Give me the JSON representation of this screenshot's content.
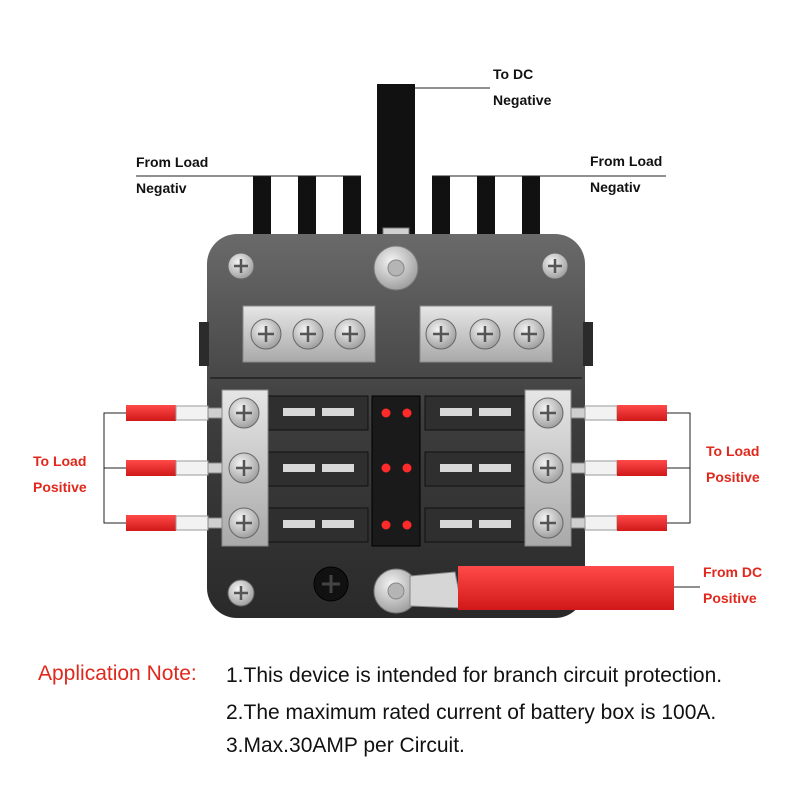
{
  "labels": {
    "to_dc_negative": [
      "To DC",
      "Negative"
    ],
    "from_load_negative_left": [
      "From Load",
      "Negativ"
    ],
    "from_load_negative_right": [
      "From Load",
      "Negativ"
    ],
    "to_load_positive_left": [
      "To Load",
      "Positive"
    ],
    "to_load_positive_right": [
      "To Load",
      "Positive"
    ],
    "from_dc_positive": [
      "From DC",
      "Positive"
    ]
  },
  "application_note": {
    "heading": "Application Note:",
    "lines": [
      "1.This device is intended for branch circuit protection.",
      "2.The maximum rated current of battery box is 100A.",
      "3.Max.30AMP per Circuit."
    ]
  },
  "colors": {
    "accent_red": "#e0281c",
    "wire_red": "#e8262a",
    "housing": "#4a4a4a",
    "terminal": "#c8c8c8",
    "led": "#ff2a2a"
  }
}
